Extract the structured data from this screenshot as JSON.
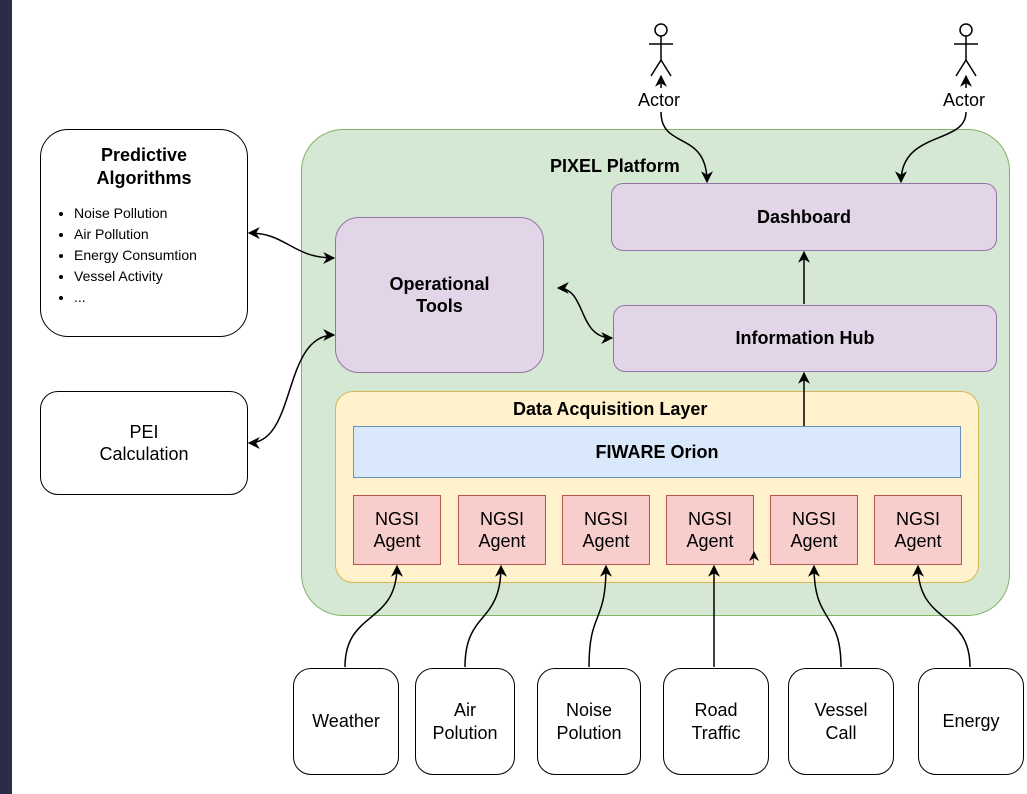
{
  "platform": {
    "title": "PIXEL Platform"
  },
  "actors": [
    "Actor",
    "Actor"
  ],
  "predictive": {
    "title_line1": "Predictive",
    "title_line2": "Algorithms",
    "items": [
      "Noise Pollution",
      "Air Pollution",
      "Energy Consumtion",
      "Vessel Activity",
      "..."
    ]
  },
  "pei": {
    "line1": "PEI",
    "line2": "Calculation"
  },
  "operational_tools": {
    "line1": "Operational",
    "line2": "Tools"
  },
  "dashboard": {
    "label": "Dashboard"
  },
  "information_hub": {
    "label": "Information Hub"
  },
  "data_acquisition": {
    "title": "Data Acquisition Layer"
  },
  "fiware": {
    "label": "FIWARE Orion"
  },
  "agents": [
    {
      "line1": "NGSI",
      "line2": "Agent"
    },
    {
      "line1": "NGSI",
      "line2": "Agent"
    },
    {
      "line1": "NGSI",
      "line2": "Agent"
    },
    {
      "line1": "NGSI",
      "line2": "Agent"
    },
    {
      "line1": "NGSI",
      "line2": "Agent"
    },
    {
      "line1": "NGSI",
      "line2": "Agent"
    }
  ],
  "sources": [
    {
      "line1": "Weather",
      "line2": ""
    },
    {
      "line1": "Air",
      "line2": "Polution"
    },
    {
      "line1": "Noise",
      "line2": "Polution"
    },
    {
      "line1": "Road",
      "line2": "Traffic"
    },
    {
      "line1": "Vessel",
      "line2": "Call"
    },
    {
      "line1": "Energy",
      "line2": ""
    }
  ],
  "colors": {
    "platform_fill": "#d5e8d4",
    "platform_stroke": "#82b366",
    "layer_fill": "#fff2cc",
    "layer_stroke": "#d6b656",
    "component_fill": "#e1d5e7",
    "component_stroke": "#9673a6",
    "orion_fill": "#dae8fc",
    "orion_stroke": "#6c8ebf",
    "agent_fill": "#f8cecc",
    "agent_stroke": "#b85450"
  }
}
